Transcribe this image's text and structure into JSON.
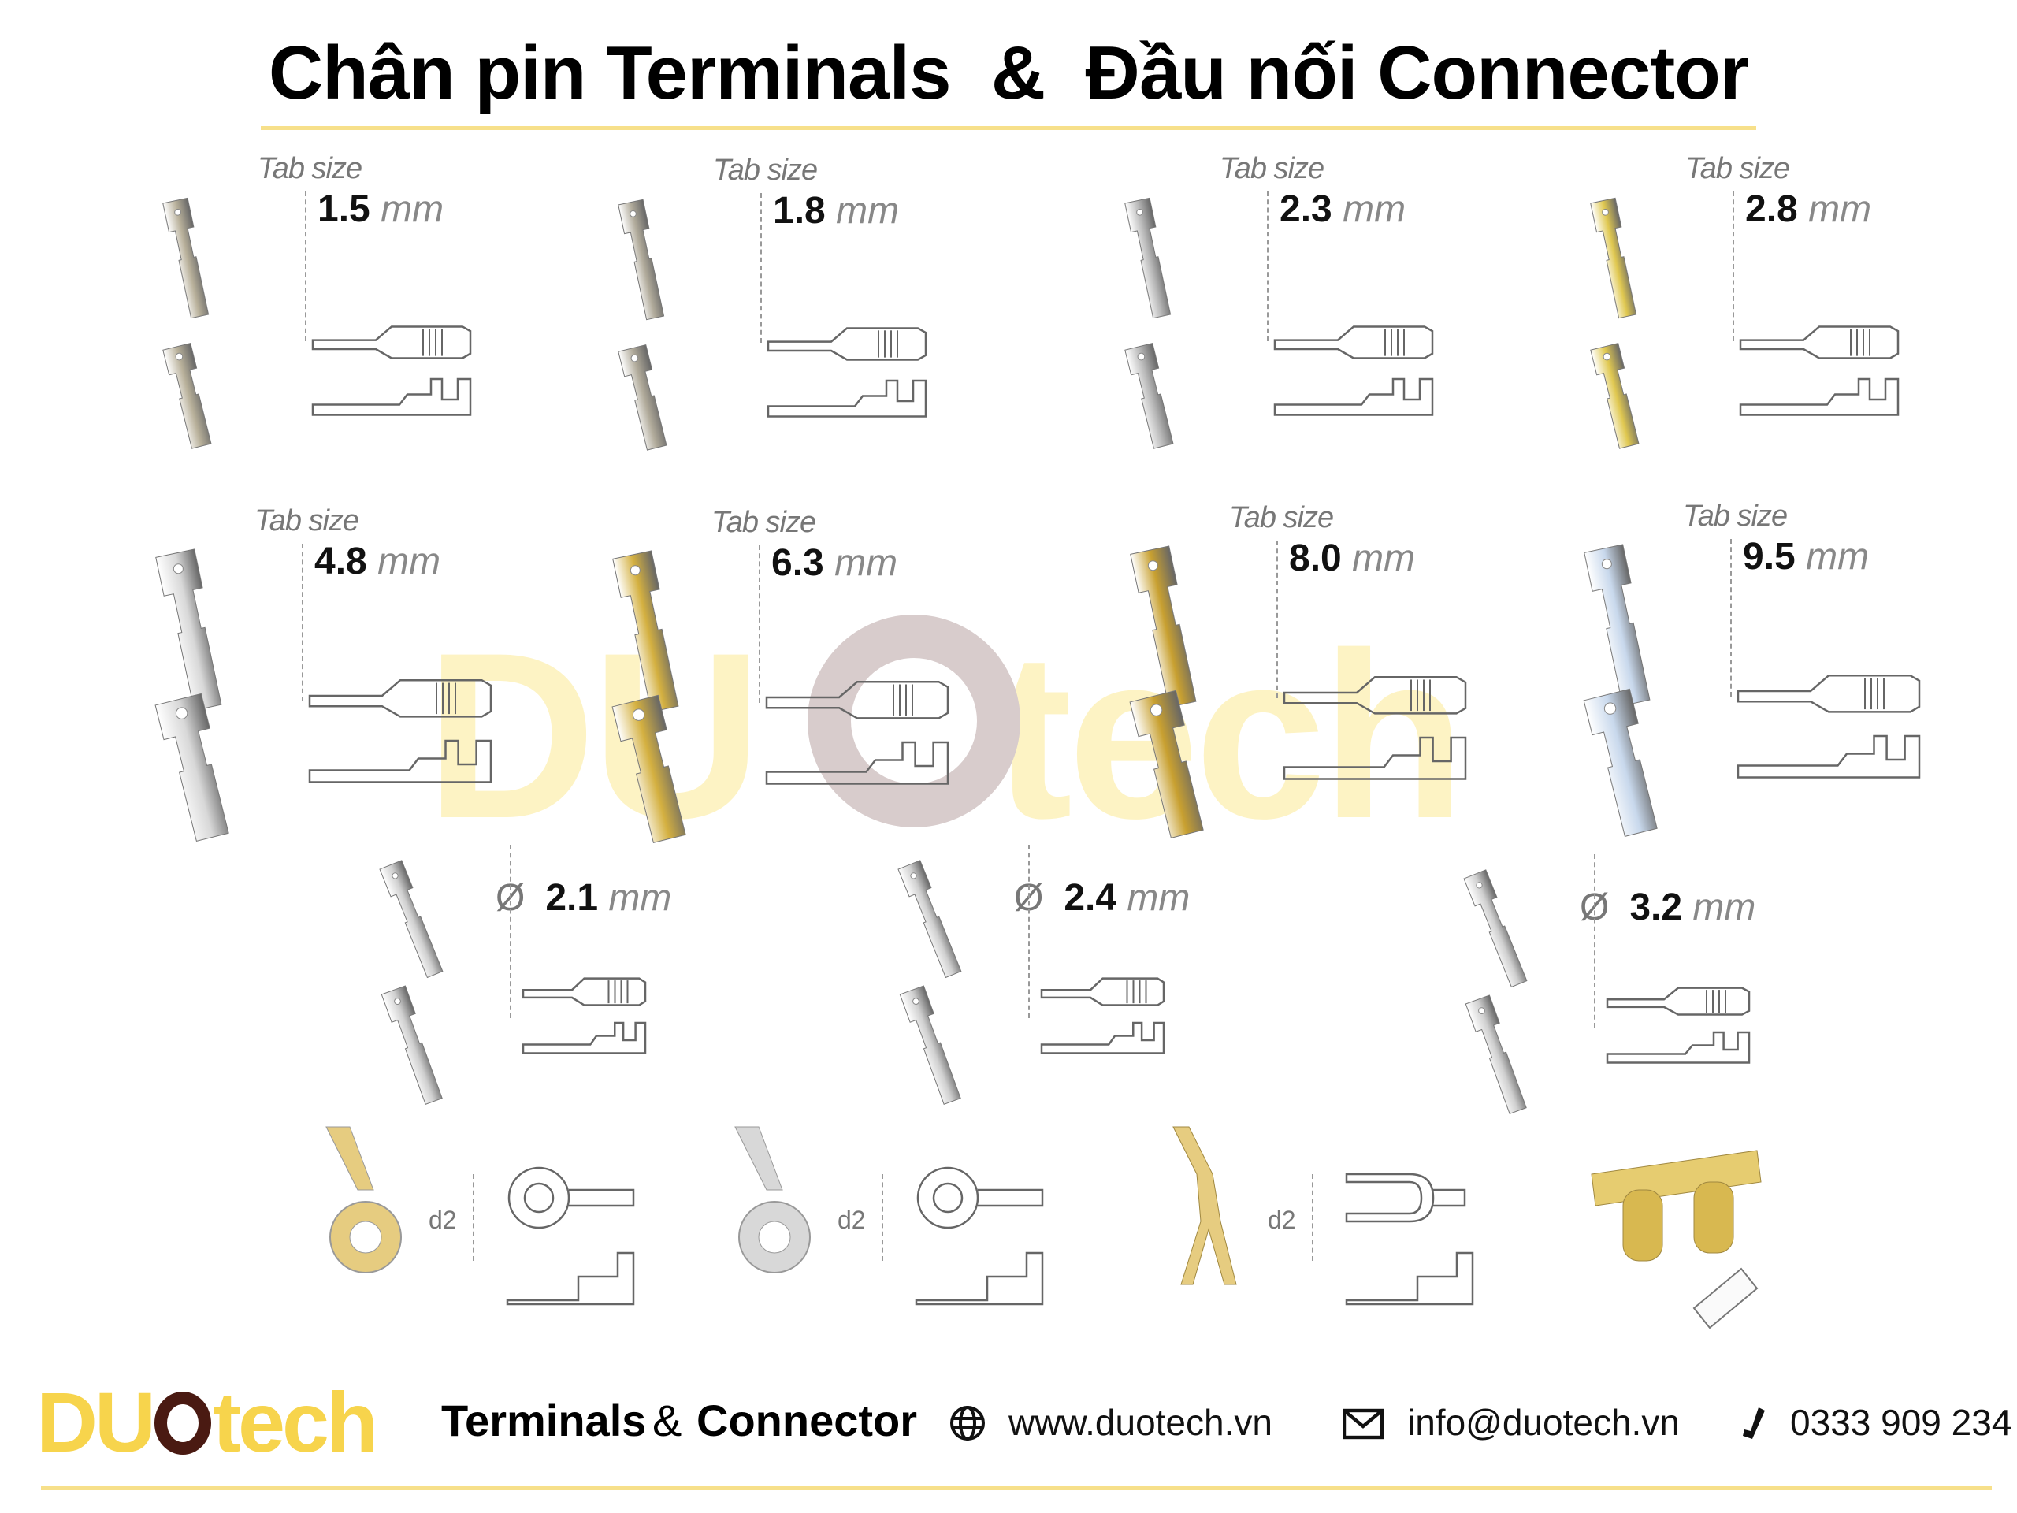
{
  "title": "Chân pin Terminals  &  Đầu nối Connector",
  "tab_label": "Tab size",
  "unit": "mm",
  "diameter_symbol": "Ø",
  "d2_label": "d2",
  "tab_sizes": [
    {
      "value": "1.5",
      "color": "#b8b09a"
    },
    {
      "value": "1.8",
      "color": "#b0aa9a"
    },
    {
      "value": "2.3",
      "color": "#b8b8b8"
    },
    {
      "value": "2.8",
      "color": "#e0c850"
    },
    {
      "value": "4.8",
      "color": "#d8d8d8"
    },
    {
      "value": "6.3",
      "color": "#d4b040"
    },
    {
      "value": "8.0",
      "color": "#c8a030"
    },
    {
      "value": "9.5",
      "color": "#c8d8ec"
    }
  ],
  "round_pins": [
    {
      "value": "2.1"
    },
    {
      "value": "2.4"
    },
    {
      "value": "3.2"
    }
  ],
  "ring_terminals": [
    {
      "type": "ring",
      "color": "#e6cc80"
    },
    {
      "type": "star-ring",
      "color": "#d8d8d8"
    },
    {
      "type": "fork",
      "color": "#e6cc80"
    }
  ],
  "watermark": {
    "left": "DU",
    "right": "tech"
  },
  "footer": {
    "logo_left": "DU",
    "logo_right": "tech",
    "tagline_a": "Terminals",
    "tagline_amp": "&",
    "tagline_b": "Connector",
    "website": "www.duotech.vn",
    "email": "info@duotech.vn",
    "phone": "0333 909 234"
  },
  "colors": {
    "accent_yellow": "#f7d44c",
    "line_yellow": "#f7e08a",
    "logo_dark": "#4a1a12"
  }
}
